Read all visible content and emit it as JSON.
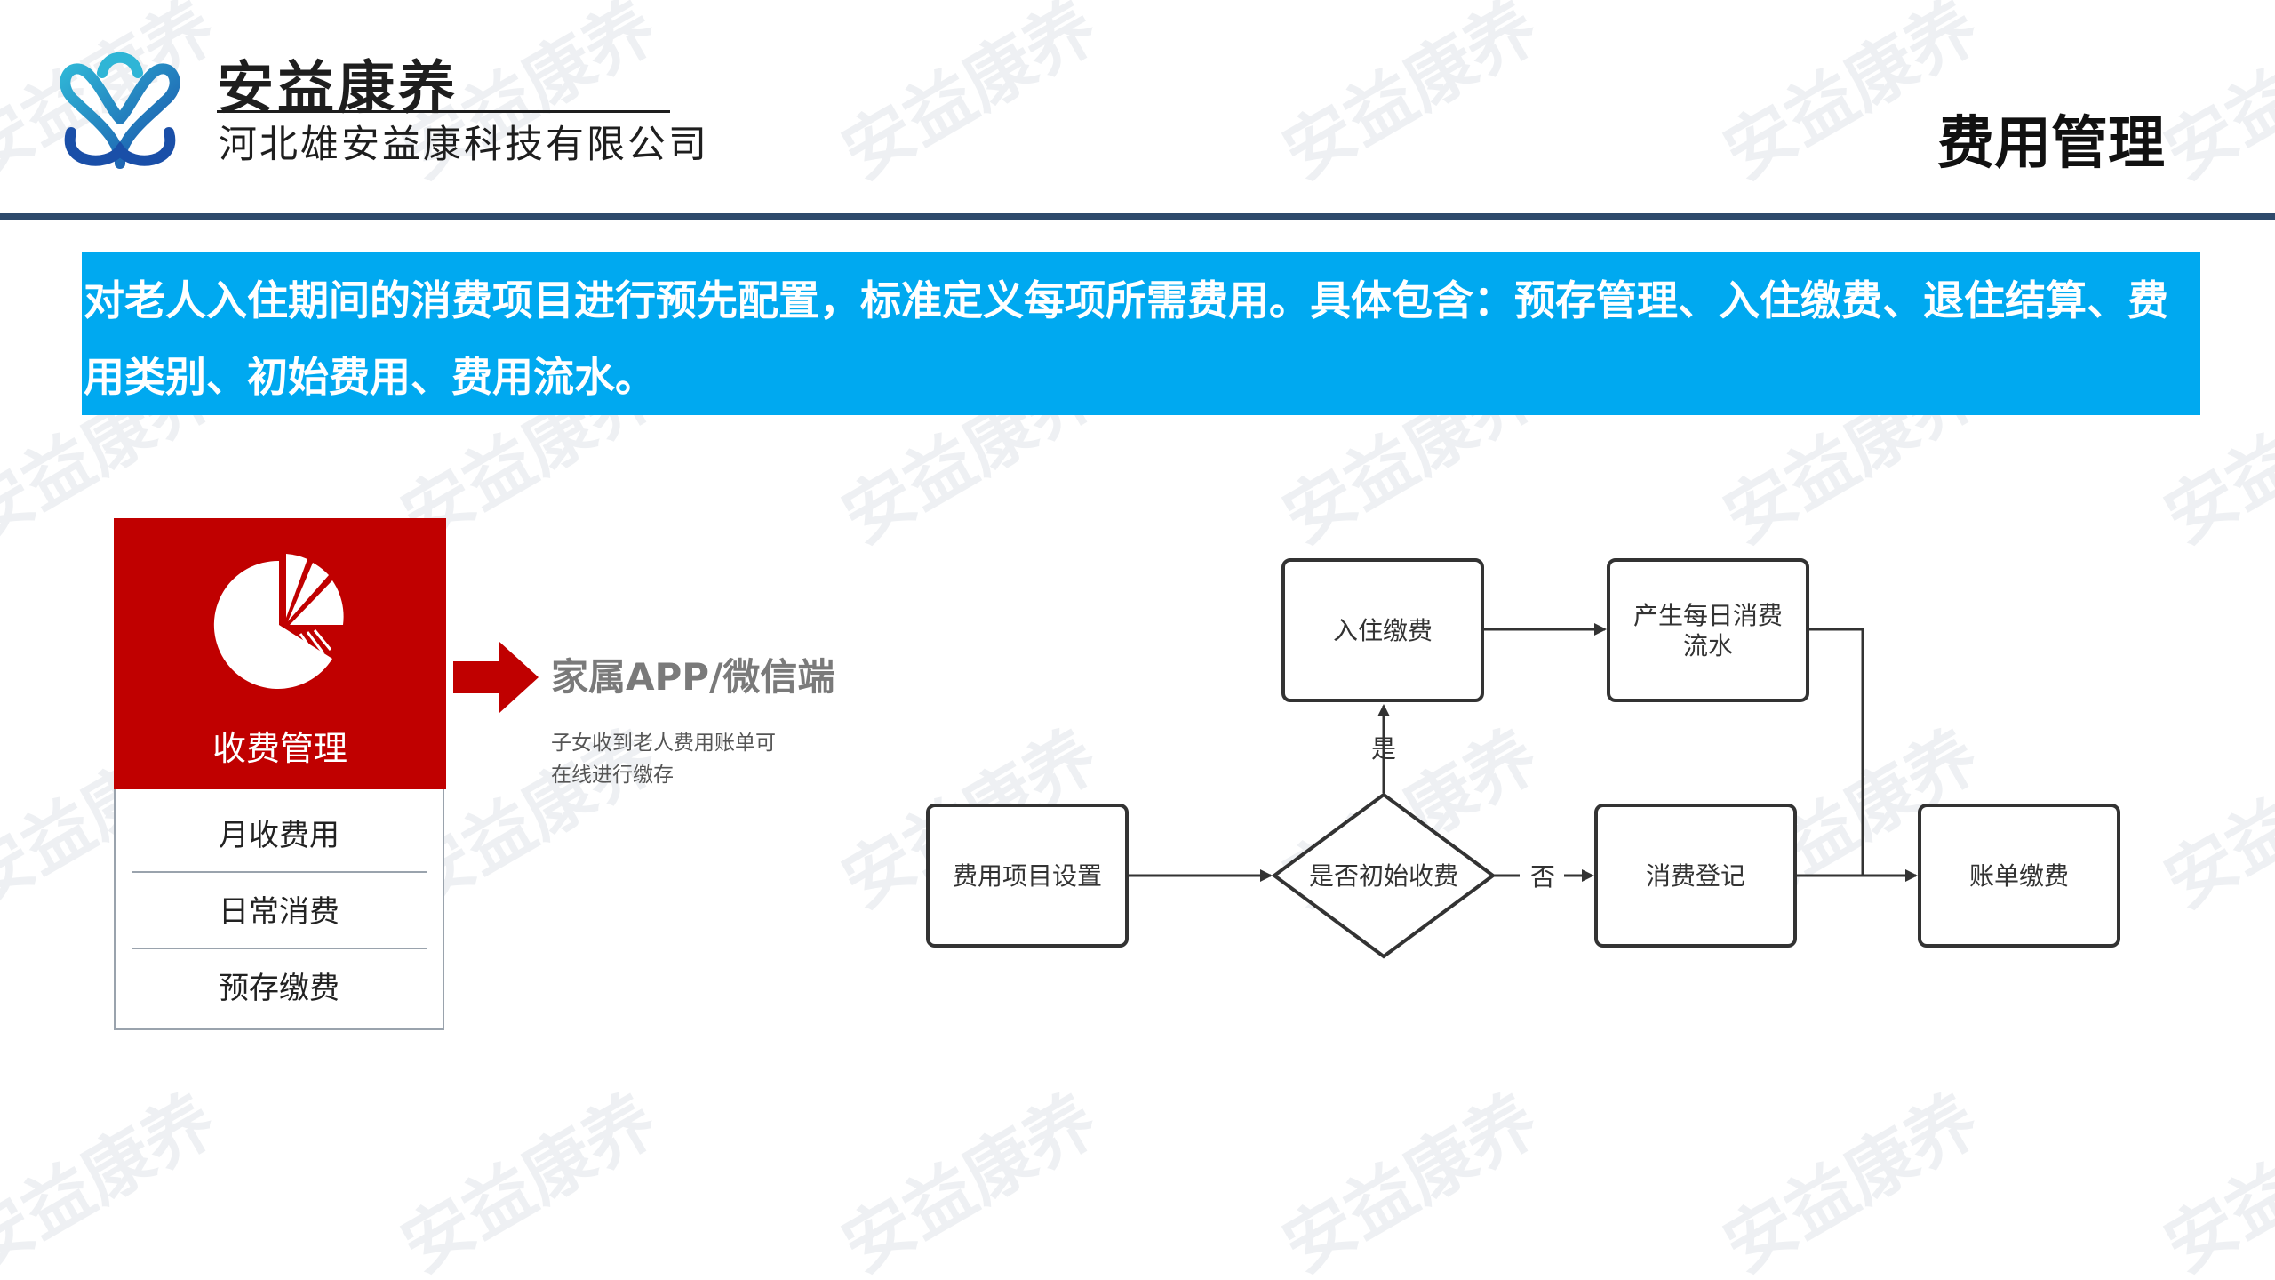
{
  "header": {
    "brand_name": "安益康养",
    "company_name": "河北雄安益康科技有限公司",
    "page_title": "费用管理"
  },
  "watermark_text": "安益康养",
  "description": "对老人入住期间的消费项目进行预先配置，标准定义每项所需费用。具体包含：预存管理、入住缴费、退住结算、费用类别、初始费用、费用流水。",
  "module": {
    "title": "收费管理",
    "items": [
      "月收费用",
      "日常消费",
      "预存缴费"
    ]
  },
  "app": {
    "title": "家属APP/微信端",
    "desc_line1": "子女收到老人费用账单可",
    "desc_line2": "在线进行缴存"
  },
  "flow": {
    "nodes": {
      "fee_setup": "费用项目设置",
      "decision": "是否初始收费",
      "checkin_payment": "入住缴费",
      "daily_flow_line1": "产生每日消费",
      "daily_flow_line2": "流水",
      "consumption": "消费登记",
      "bill_payment": "账单缴费"
    },
    "edges": {
      "yes": "是",
      "no": "否"
    }
  },
  "colors": {
    "banner": "#00a9f0",
    "header_bar": "#2e4a6b",
    "module_red": "#c00000",
    "arrow_red": "#c00000"
  }
}
